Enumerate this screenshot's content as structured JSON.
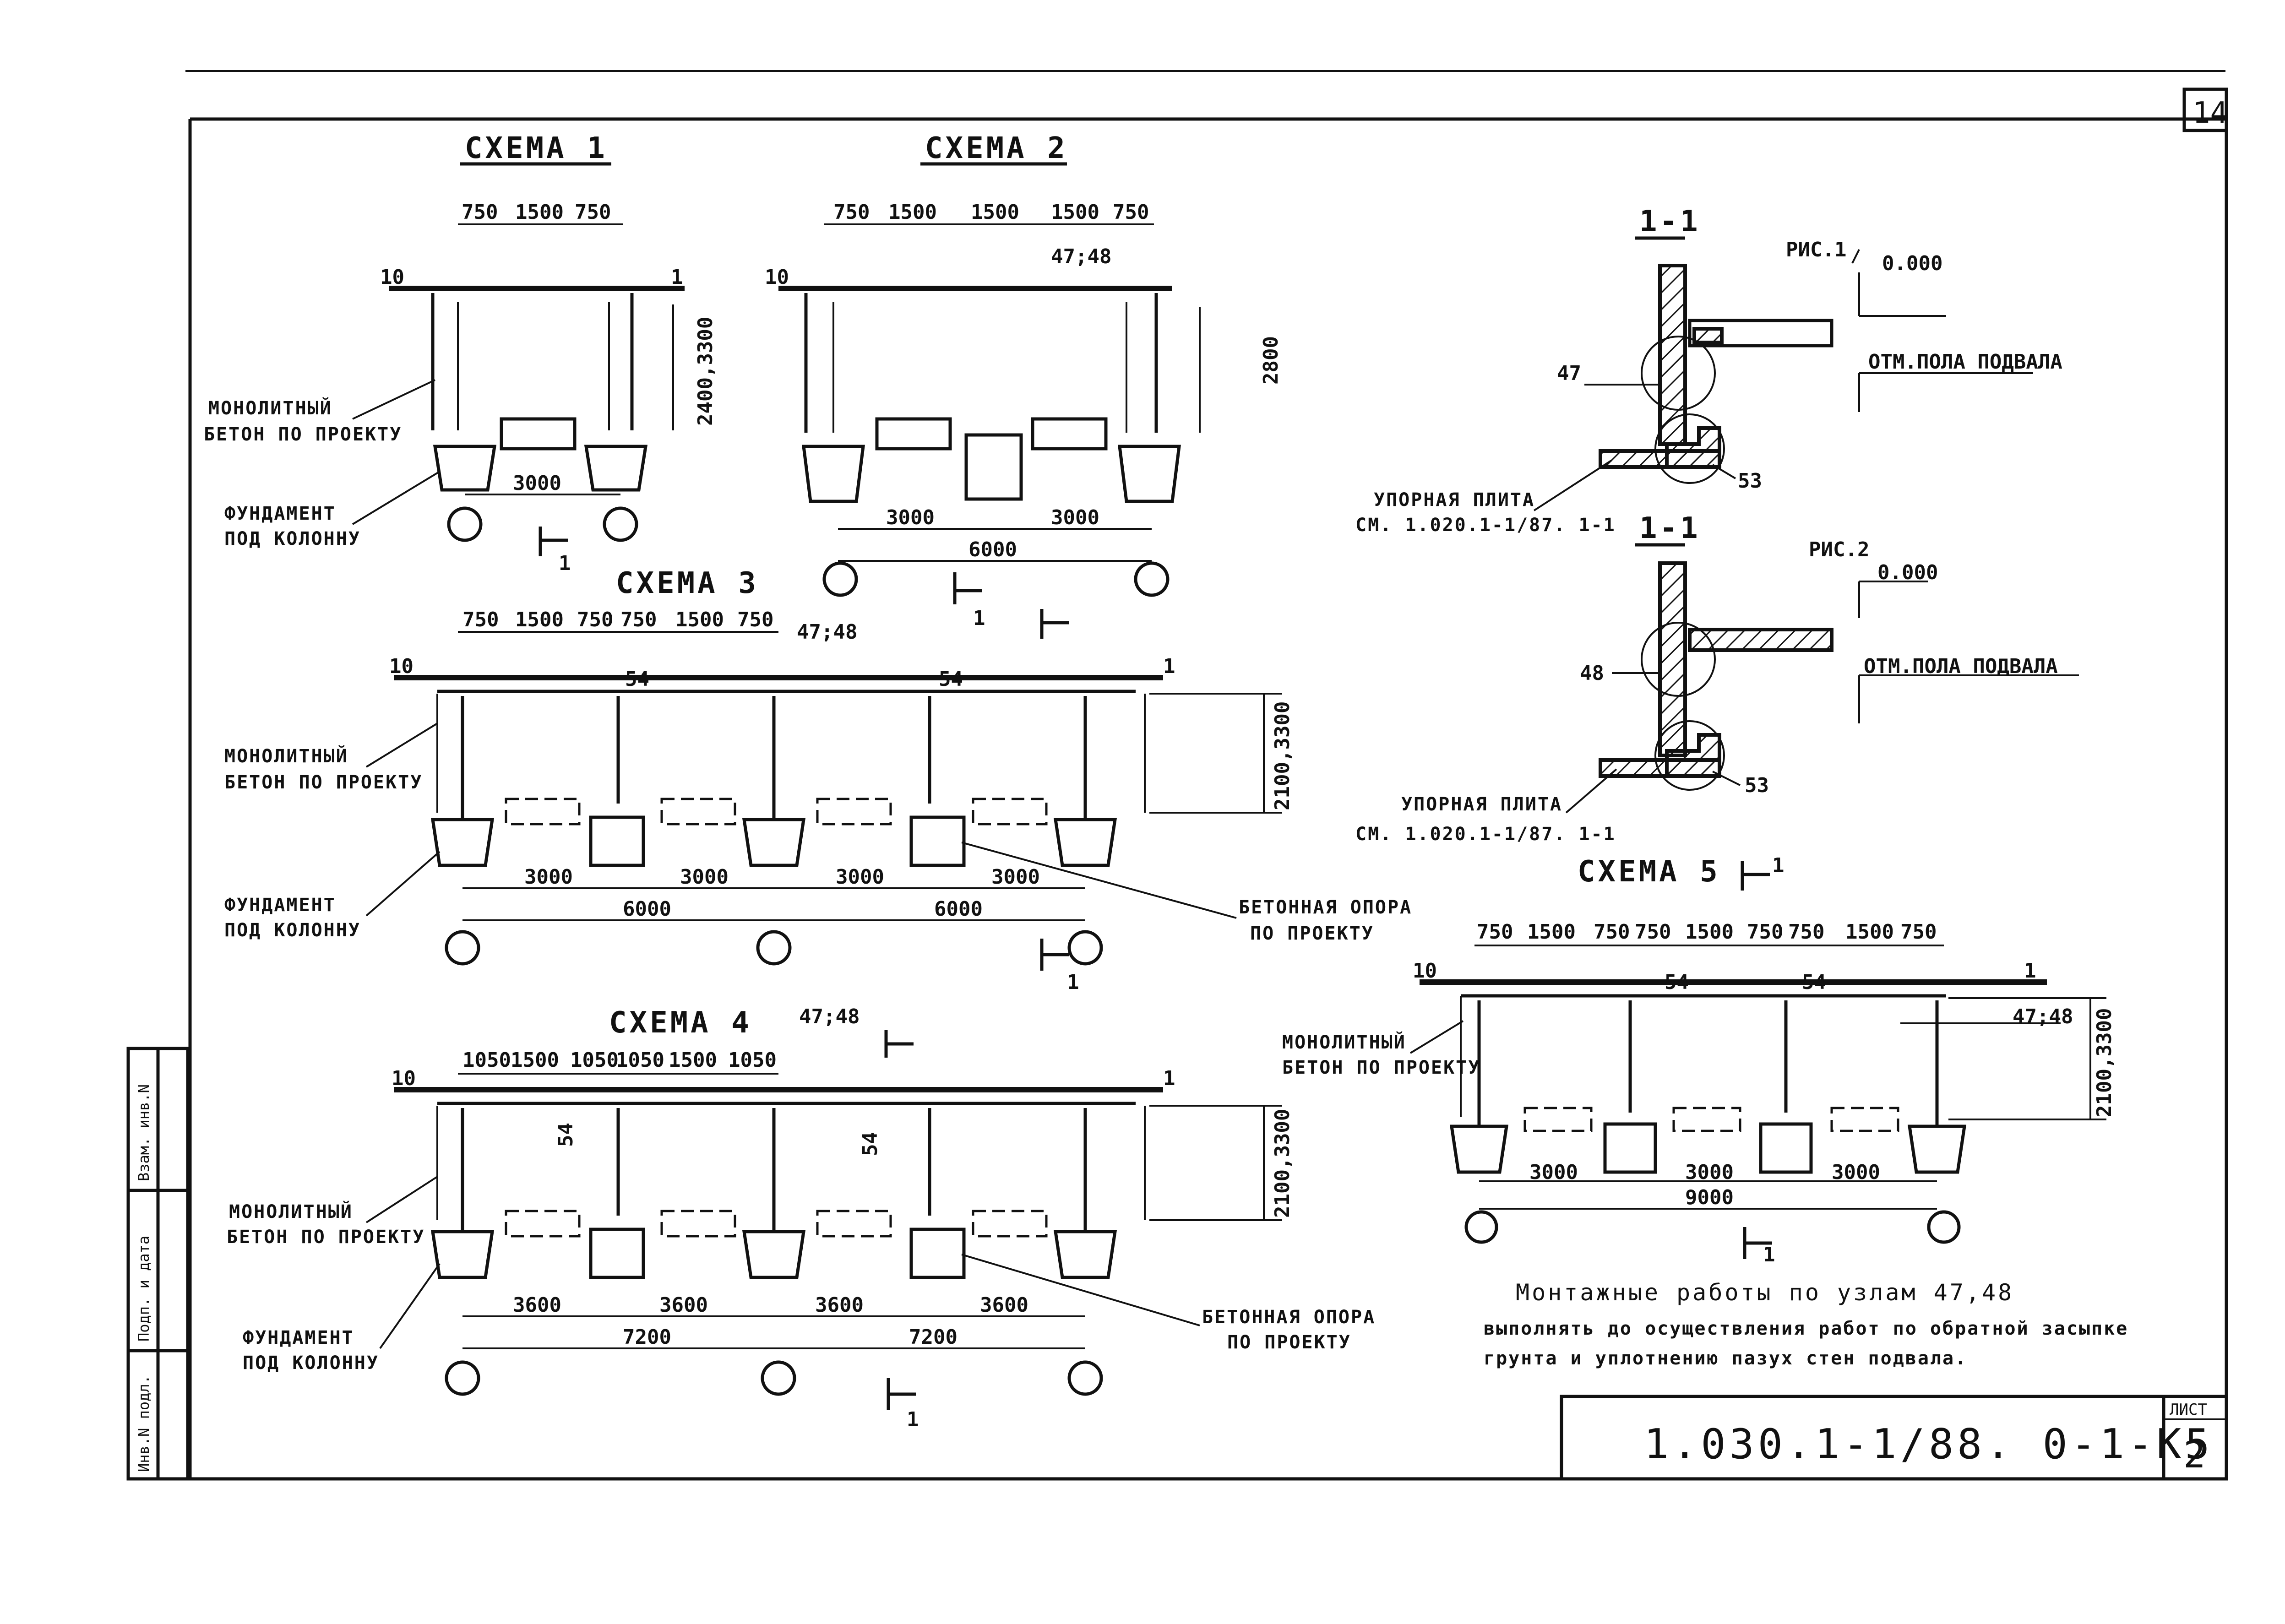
{
  "sheet": {
    "corner_number": "14",
    "title_block": {
      "code": "1.030.1-1/88. 0-1-К5",
      "sheet_label": "ЛИСТ",
      "sheet_number": "2"
    },
    "stamp_columns": [
      "Инв.N подл.",
      "Подп. и дата",
      "Взам. инв.N"
    ]
  },
  "schemes": {
    "s1": {
      "title": "СХЕМА 1",
      "dims_top": [
        "750",
        "1500",
        "750"
      ],
      "span": "3000",
      "height": "2400,3300",
      "marks": [
        "10",
        "1"
      ],
      "label_concrete": [
        "МОНОЛИТНЫЙ",
        "БЕТОН ПО ПРОЕКТУ"
      ],
      "label_foundation": [
        "ФУНДАМЕНТ",
        "ПОД КОЛОННУ"
      ],
      "section_mark": "1"
    },
    "s2": {
      "title": "СХЕМА 2",
      "dims_top": [
        "750",
        "1500",
        "1500",
        "1500",
        "750"
      ],
      "spans": [
        "3000",
        "3000"
      ],
      "total": "6000",
      "height": "2800",
      "marks": [
        "10",
        "47;48"
      ],
      "section_mark": "1"
    },
    "s3": {
      "title": "СХЕМА 3",
      "dims_top": [
        "750",
        "1500",
        "750",
        "750",
        "1500",
        "750"
      ],
      "spans": [
        "3000",
        "3000",
        "3000",
        "3000"
      ],
      "totals": [
        "6000",
        "6000"
      ],
      "height": "2100,3300",
      "node_54": "54",
      "marks": [
        "10",
        "1",
        "47;48"
      ],
      "label_concrete": [
        "МОНОЛИТНЫЙ",
        "БЕТОН ПО ПРОЕКТУ"
      ],
      "label_foundation": [
        "ФУНДАМЕНТ",
        "ПОД КОЛОННУ"
      ],
      "label_support": [
        "БЕТОННАЯ ОПОРА",
        "ПО ПРОЕКТУ"
      ],
      "section_mark": "1"
    },
    "s4": {
      "title": "СХЕМА 4",
      "dims_top": [
        "1050",
        "1500",
        "1050",
        "1050",
        "1500",
        "1050"
      ],
      "spans": [
        "3600",
        "3600",
        "3600",
        "3600"
      ],
      "totals": [
        "7200",
        "7200"
      ],
      "height": "2100,3300",
      "node_54": "54",
      "marks": [
        "10",
        "1",
        "47;48"
      ],
      "label_concrete": [
        "МОНОЛИТНЫЙ",
        "БЕТОН ПО ПРОЕКТУ"
      ],
      "label_foundation": [
        "ФУНДАМЕНТ",
        "ПОД КОЛОННУ"
      ],
      "label_support": [
        "БЕТОННАЯ ОПОРА",
        "ПО ПРОЕКТУ"
      ],
      "section_mark": "1"
    },
    "s5": {
      "title": "СХЕМА 5",
      "dims_top": [
        "750",
        "1500",
        "750",
        "750",
        "1500",
        "750",
        "750",
        "1500",
        "750"
      ],
      "spans": [
        "3000",
        "3000",
        "3000"
      ],
      "total": "9000",
      "height": "2100,3300",
      "node_54": "54",
      "marks": [
        "10",
        "1",
        "47;48"
      ],
      "label_concrete": [
        "МОНОЛИТНЫЙ",
        "БЕТОН ПО ПРОЕКТУ"
      ],
      "section_mark": "1"
    }
  },
  "sections": {
    "fig1": {
      "cut": "1-1",
      "fig": "РИС.1",
      "level_top": "0.000",
      "level_basement": "ОТМ.ПОЛА ПОДВАЛА",
      "node_upper": "47",
      "node_lower": "53",
      "label_plate": [
        "УПОРНАЯ ПЛИТА",
        "СМ. 1.020.1-1/87. 1-1"
      ]
    },
    "fig2": {
      "cut": "1-1",
      "fig": "РИС.2",
      "level_top": "0.000",
      "level_basement": "ОТМ.ПОЛА ПОДВАЛА",
      "node_upper": "48",
      "node_lower": "53",
      "label_plate": [
        "УПОРНАЯ ПЛИТА",
        "СМ. 1.020.1-1/87. 1-1"
      ]
    }
  },
  "note": [
    "Монтажные работы по узлам 47,48",
    "выполнять до осуществления работ по обратной засыпке",
    "грунта и уплотнению пазух стен подвала."
  ]
}
